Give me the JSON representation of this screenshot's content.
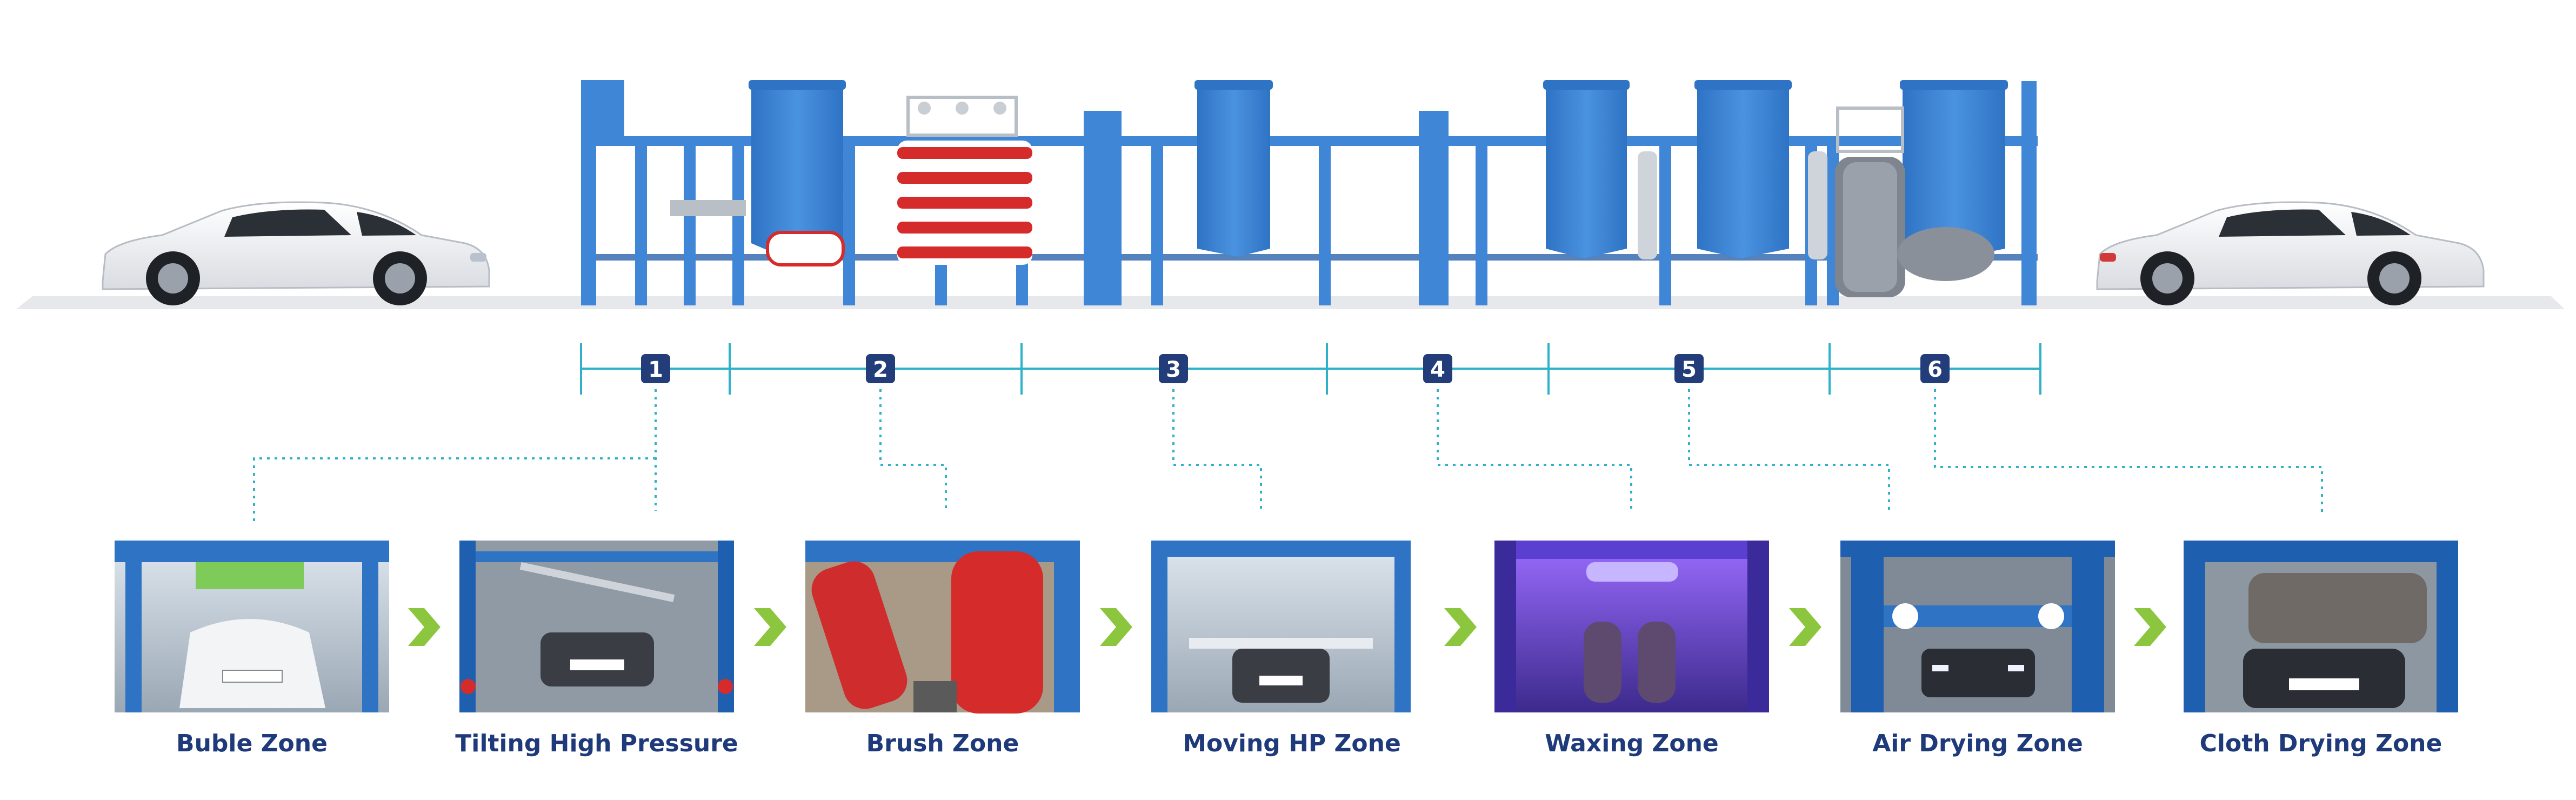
{
  "steps": [
    {
      "number": "1",
      "label": "Buble Zone"
    },
    {
      "number": "2",
      "label": "Tilting High Pressure"
    },
    {
      "number": "3",
      "label": "Brush Zone"
    },
    {
      "number": "4",
      "label": "Moving HP Zone"
    },
    {
      "number": "5",
      "label": "Waxing Zone"
    },
    {
      "number": "6",
      "label": "Air Drying Zone"
    },
    {
      "number": "",
      "label": "Cloth Drying Zone"
    }
  ],
  "colors": {
    "frame": "#3f86d6",
    "frame_dark": "#2a62ad",
    "timeline": "#2fb1c9",
    "badge": "#223d7a",
    "label": "#1f3a7a",
    "arrow": "#8cc63f",
    "brush_red": "#d62b2b",
    "ground": "#e6e8ec"
  },
  "icons": [
    "car-icon",
    "car-wash-machine-icon",
    "chevron-right-icon"
  ]
}
